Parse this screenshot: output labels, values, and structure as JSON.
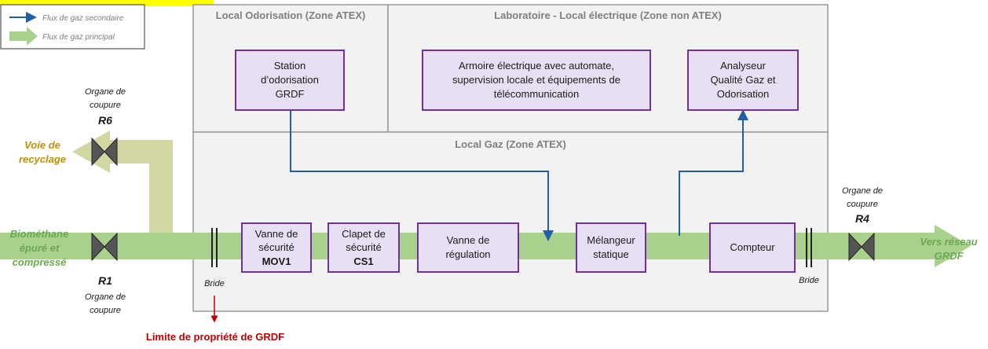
{
  "colors": {
    "main_flow": "#a9d18e",
    "recycle_flow": "#d3d6a3",
    "secondary_flow": "#1f5fa8",
    "box_fill": "#e8dff5",
    "box_border": "#7030a0",
    "room_fill": "#f2f2f2",
    "room_border": "#9a9a9a",
    "property_limit": "#c00000",
    "title_banner": "#ffff00"
  },
  "legend": {
    "secondary": "Flux de gaz secondaire",
    "main": "Flux de gaz principal"
  },
  "rooms": {
    "odorisation": "Local Odorisation (Zone ATEX)",
    "laboratoire": "Laboratoire - Local électrique (Zone non ATEX)",
    "gaz": "Local Gaz (Zone ATEX)"
  },
  "boxes": {
    "odorisation_station": [
      "Station",
      "d’odorisation",
      "GRDF"
    ],
    "armoire": [
      "Armoire électrique avec automate,",
      "supervision locale et équipements de",
      "télécommunication"
    ],
    "analyseur": [
      "Analyseur",
      "Qualité Gaz et",
      "Odorisation"
    ],
    "vanne_securite": {
      "lines": [
        "Vanne de",
        "sécurité"
      ],
      "code": "MOV1"
    },
    "clapet": {
      "lines": [
        "Clapet de",
        "sécurité"
      ],
      "code": "CS1"
    },
    "vanne_regulation": [
      "Vanne de",
      "régulation"
    ],
    "melangeur": [
      "Mélangeur",
      "statique"
    ],
    "compteur": "Compteur"
  },
  "valves": {
    "r6": {
      "lines": [
        "Organe de",
        "coupure"
      ],
      "code": "R6"
    },
    "r1": {
      "lines": [
        "Organe de",
        "coupure"
      ],
      "code": "R1"
    },
    "r4": {
      "lines": [
        "Organe de",
        "coupure"
      ],
      "code": "R4"
    }
  },
  "labels": {
    "input": [
      "Biométhane",
      "épuré et",
      "compressé"
    ],
    "recycle": [
      "Voie de",
      "recyclage"
    ],
    "output": [
      "Vers réseau",
      "GRDF"
    ],
    "bride": "Bride",
    "property_limit": "Limite de propriété de GRDF"
  }
}
